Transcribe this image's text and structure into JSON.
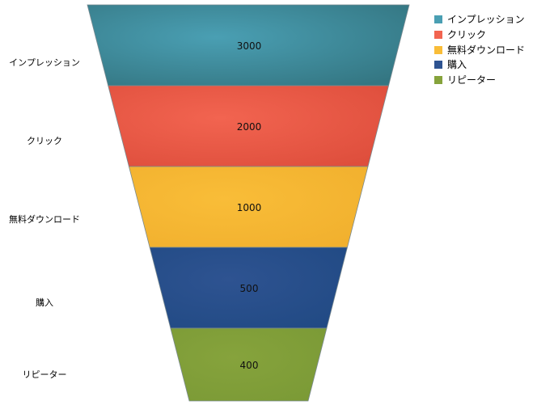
{
  "chart_data": {
    "type": "funnel",
    "title": "",
    "categories": [
      "インプレッション",
      "クリック",
      "無料ダウンロード",
      "購入",
      "リピーター"
    ],
    "values": [
      3000,
      2000,
      1000,
      500,
      400
    ],
    "colors": [
      "#4a9fb3",
      "#f26450",
      "#f9bd38",
      "#2e5391",
      "#86a33c"
    ],
    "edge_colors": [
      "#347682",
      "#de4e3c",
      "#f1b02e",
      "#214a84",
      "#7b9a36"
    ],
    "legend": {
      "position": "top-right",
      "entries": [
        "インプレッション",
        "クリック",
        "無料ダウンロード",
        "購入",
        "リピーター"
      ]
    }
  }
}
